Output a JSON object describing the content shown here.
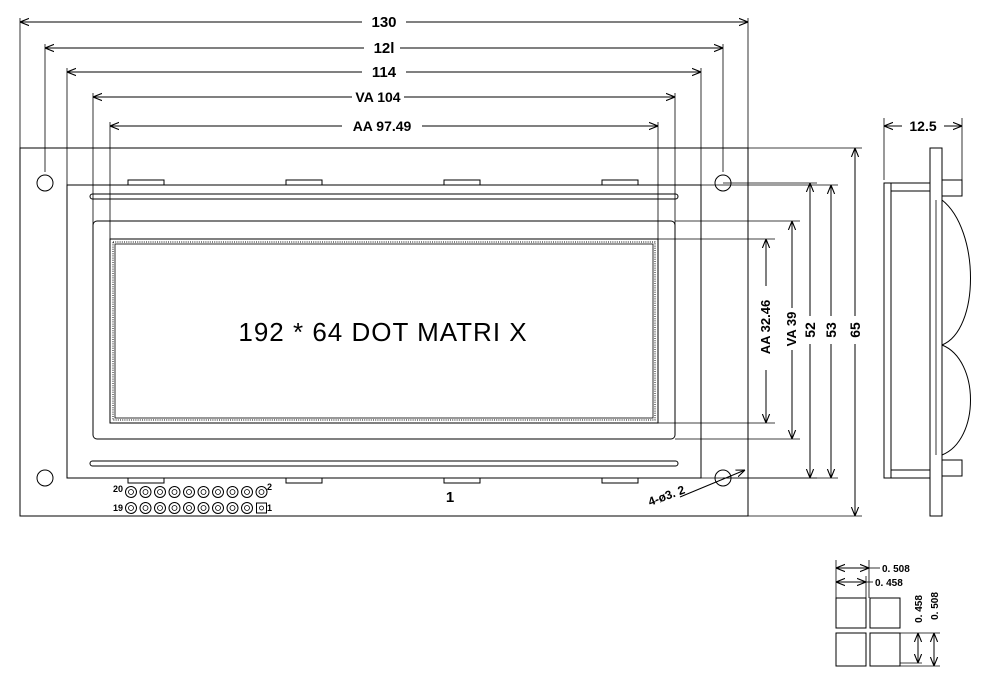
{
  "dimensions": {
    "overall_width": "130",
    "hole_pitch_width": "12l",
    "bezel_width": "114",
    "view_area_width": "VA 104",
    "active_area_width": "AA 97.49",
    "active_area_height": "AA 32.46",
    "view_area_height": "VA 39",
    "hole_pitch_height": "52",
    "bezel_height": "53",
    "overall_height": "65",
    "side_thickness": "12.5",
    "hole_note": "4-ø3. 2",
    "pin_one_marker": "1"
  },
  "display_text": "192 * 64 DOT MATRI X",
  "connector": {
    "top_left_label": "20",
    "top_right_label": "2",
    "bottom_left_label": "19",
    "bottom_right_label": "1"
  },
  "pixel_detail": {
    "pitch_horizontal": "0. 508",
    "size_horizontal": "0. 458",
    "size_vertical": "0. 458",
    "pitch_vertical": "0. 508"
  }
}
